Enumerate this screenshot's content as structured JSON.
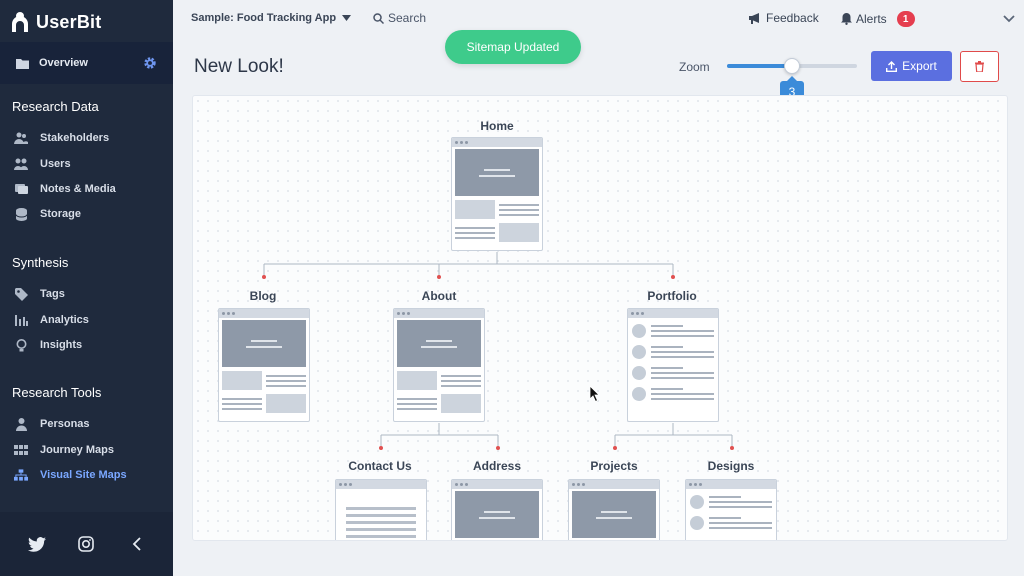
{
  "app": {
    "brand": "UserBit"
  },
  "topbar": {
    "project": "Sample: Food Tracking App",
    "search": "Search",
    "feedback": "Feedback",
    "alerts": "Alerts",
    "alerts_count": "1"
  },
  "sidebar": {
    "overview": "Overview",
    "sections": [
      {
        "title": "Research Data",
        "items": [
          {
            "label": "Stakeholders",
            "icon": "users-icon"
          },
          {
            "label": "Users",
            "icon": "user-group-icon"
          },
          {
            "label": "Notes & Media",
            "icon": "media-icon"
          },
          {
            "label": "Storage",
            "icon": "database-icon"
          }
        ]
      },
      {
        "title": "Synthesis",
        "items": [
          {
            "label": "Tags",
            "icon": "tag-icon"
          },
          {
            "label": "Analytics",
            "icon": "bar-chart-icon"
          },
          {
            "label": "Insights",
            "icon": "lightbulb-icon"
          }
        ]
      },
      {
        "title": "Research Tools",
        "items": [
          {
            "label": "Personas",
            "icon": "person-icon"
          },
          {
            "label": "Journey Maps",
            "icon": "grid-icon"
          },
          {
            "label": "Visual Site Maps",
            "icon": "sitemap-icon",
            "active": true
          }
        ]
      }
    ],
    "footer_icons": [
      "twitter-icon",
      "instagram-icon",
      "collapse-icon"
    ]
  },
  "toast": "Sitemap Updated",
  "main": {
    "title": "New Look!",
    "zoom_label": "Zoom",
    "zoom_value": "3",
    "zoom_fraction": 0.5,
    "export_label": "Export"
  },
  "sitemap": {
    "nodes": {
      "home": "Home",
      "blog": "Blog",
      "about": "About",
      "portfolio": "Portfolio",
      "contact": "Contact Us",
      "address": "Address",
      "projects": "Projects",
      "designs": "Designs"
    }
  },
  "colors": {
    "sidebar": "#1f2a3d",
    "accent": "#5b6fe0",
    "toast": "#3ecb8b",
    "danger": "#e04a4a",
    "active_nav": "#7aa7ff"
  }
}
